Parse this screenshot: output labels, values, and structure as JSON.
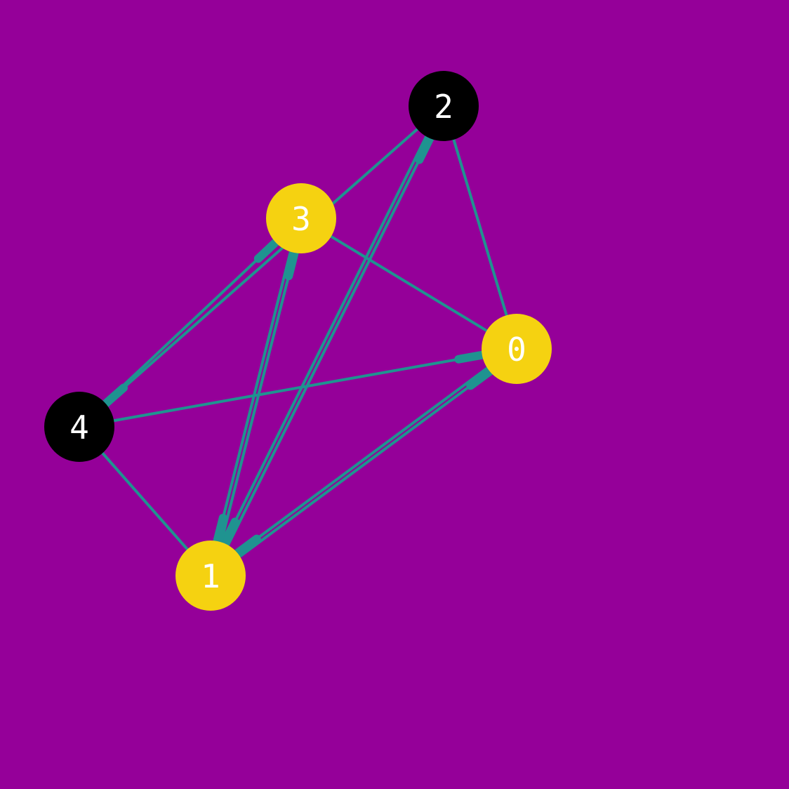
{
  "colors": {
    "background": "#950099",
    "edge": "#1f9390",
    "node_yellow": "#f5d211",
    "node_black": "#000000",
    "label": "#ffffff"
  },
  "graph": {
    "directed": true,
    "nodes": [
      {
        "id": "0",
        "label": "0",
        "color": "yellow"
      },
      {
        "id": "1",
        "label": "1",
        "color": "yellow"
      },
      {
        "id": "2",
        "label": "2",
        "color": "black"
      },
      {
        "id": "3",
        "label": "3",
        "color": "yellow"
      },
      {
        "id": "4",
        "label": "4",
        "color": "black"
      }
    ],
    "edges": [
      {
        "source": "0",
        "target": "2",
        "arrow": false
      },
      {
        "source": "0",
        "target": "3",
        "arrow": false
      },
      {
        "source": "4",
        "target": "0",
        "arrow": true
      },
      {
        "source": "1",
        "target": "0",
        "arrow": true
      },
      {
        "source": "0",
        "target": "1",
        "arrow": true
      },
      {
        "source": "1",
        "target": "2",
        "arrow": true
      },
      {
        "source": "2",
        "target": "1",
        "arrow": true
      },
      {
        "source": "1",
        "target": "3",
        "arrow": true
      },
      {
        "source": "3",
        "target": "1",
        "arrow": true
      },
      {
        "source": "1",
        "target": "4",
        "arrow": false
      },
      {
        "source": "2",
        "target": "4",
        "arrow": true
      },
      {
        "source": "4",
        "target": "3",
        "arrow": true
      }
    ]
  }
}
